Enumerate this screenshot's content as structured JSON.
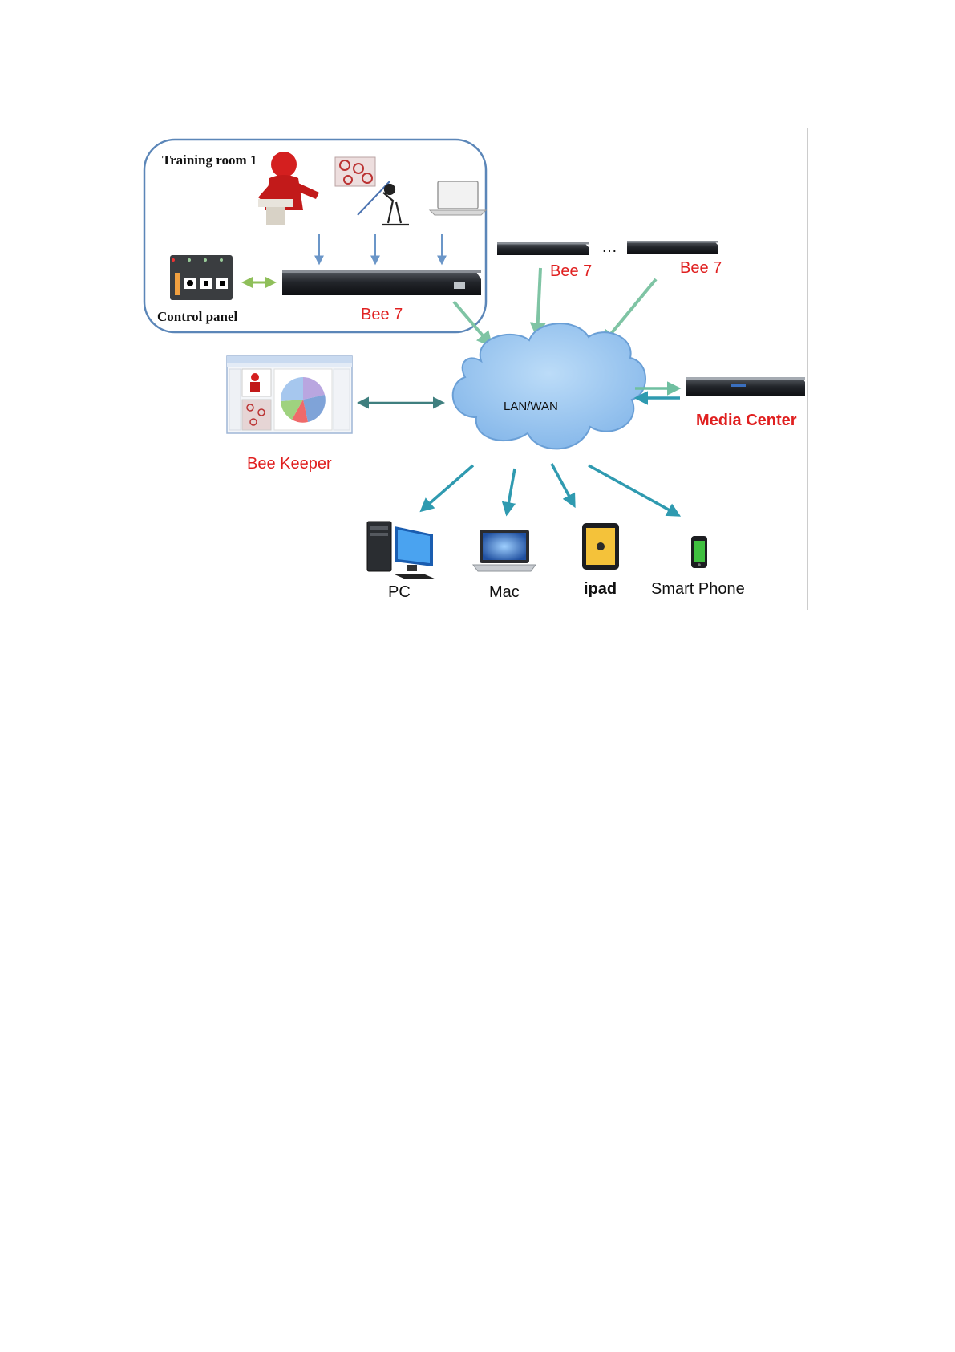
{
  "labels": {
    "training_room": "Training room 1",
    "control_panel": "Control panel",
    "bee7_room": "Bee 7",
    "bee7_mid": "Bee 7",
    "bee7_right": "Bee 7",
    "ellipsis": "…",
    "cloud": "LAN/WAN",
    "bee_keeper": "Bee Keeper",
    "media_center": "Media Center",
    "pc": "PC",
    "mac": "Mac",
    "ipad": "ipad",
    "smart_phone": "Smart Phone"
  },
  "colors": {
    "room_border": "#5b86b8",
    "red_label": "#e02020",
    "arrow_blue": "#6b96c8",
    "arrow_green": "#7fc4a4",
    "arrow_lightgreen": "#8fbf5a",
    "arrow_teal": "#2f9ab0",
    "arrow_darkteal": "#3f7f7f",
    "cloud_fill": "#8fc0ef",
    "cloud_edge": "#6a9fd6"
  }
}
